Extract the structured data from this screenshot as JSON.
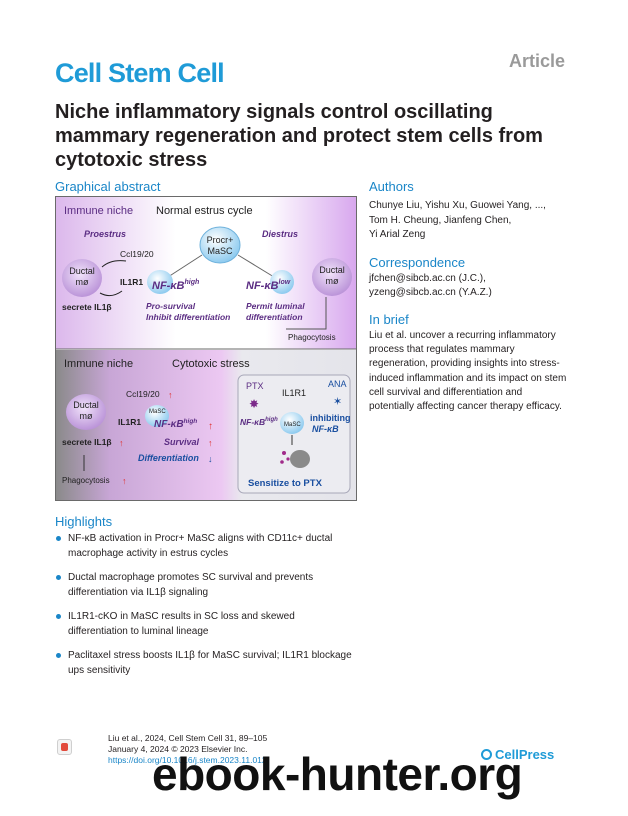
{
  "header": {
    "journal": "Cell Stem Cell",
    "article_type": "Article",
    "title": "Niche inflammatory signals control oscillating mammary regeneration and protect stem cells from cytotoxic stress"
  },
  "graphical_abstract": {
    "heading": "Graphical abstract",
    "top": {
      "immune_niche": "Immune niche",
      "cycle": "Normal estrus cycle",
      "proestrus": "Proestrus",
      "diestrus": "Diestrus",
      "procr_l1": "Procr+",
      "procr_l2": "MaSC",
      "ductal_l1": "Ductal",
      "ductal_l2": "mø",
      "ccl": "Ccl19/20",
      "il1r1": "IL1R1",
      "nfkb": "NF-κB",
      "high": "high",
      "low": "low",
      "secrete": "secrete IL1β",
      "prosurvival": "Pro-survival",
      "inhibit": "Inhibit differentiation",
      "permit_l1": "Permit luminal",
      "permit_l2": "differentiation",
      "phago": "Phagocytosis"
    },
    "bottom": {
      "immune_niche": "Immune niche",
      "stress": "Cytotoxic stress",
      "ccl": "Ccl19/20",
      "ductal_l1": "Ductal",
      "ductal_l2": "mø",
      "il1r1": "IL1R1",
      "masc": "MaSC",
      "nfkb": "NF-κB",
      "high": "high",
      "secrete": "secrete IL1β",
      "survival": "Survival",
      "differentiation": "Differentiation",
      "phago": "Phagocytosis",
      "ptx": "PTX",
      "il1r1_right": "IL1R1",
      "ana": "ANA",
      "nfkb_right": "NF-κB",
      "inhibiting_l1": "inhibiting",
      "inhibiting_l2": "NF-κB",
      "sensitize": "Sensitize to PTX"
    }
  },
  "authors": {
    "heading": "Authors",
    "lines": [
      "Chunye Liu, Yishu Xu, Guowei Yang, ...,",
      "Tom H. Cheung, Jianfeng Chen,",
      "Yi Arial Zeng"
    ]
  },
  "correspondence": {
    "heading": "Correspondence",
    "lines": [
      "jfchen@sibcb.ac.cn (J.C.),",
      "yzeng@sibcb.ac.cn (Y.A.Z.)"
    ]
  },
  "in_brief": {
    "heading": "In brief",
    "text": "Liu et al. uncover a recurring inflammatory process that regulates mammary regeneration, providing insights into stress-induced inflammation and its impact on stem cell survival and differentiation and potentially affecting cancer therapy efficacy."
  },
  "highlights": {
    "heading": "Highlights",
    "items": [
      "NF-κB activation in Procr+ MaSC aligns with CD11c+ ductal macrophage activity in estrus cycles",
      "Ductal macrophage promotes SC survival and prevents differentiation via IL1β signaling",
      "IL1R1-cKO in MaSC results in SC loss and skewed differentiation to luminal lineage",
      "Paclitaxel stress boosts IL1β for MaSC survival; IL1R1 blockage ups sensitivity"
    ]
  },
  "footer": {
    "citation": "Liu et al., 2024, Cell Stem Cell 31, 89–105",
    "date": "January 4, 2024 © 2023 Elsevier Inc.",
    "doi": "https://doi.org/10.1016/j.stem.2023.11.012",
    "publisher": "CellPress"
  },
  "watermark": "ebook-hunter.org",
  "colors": {
    "brand": "#1f9bd7",
    "section_heading": "#1a86c8",
    "purple_text": "#5b2d83",
    "arrow_red": "#e0312f"
  }
}
